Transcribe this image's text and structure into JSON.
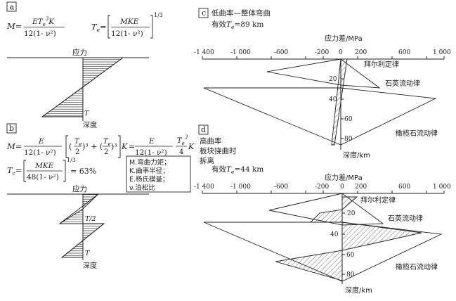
{
  "panel_a": {
    "tag": "a",
    "formula_M": {
      "lhs": "M=",
      "numerator": "ET",
      "num_sub": "e",
      "num_sup": "3",
      "num_tail": "K",
      "denominator": "12(1- ν²)"
    },
    "formula_Te": {
      "lhs_main": "T",
      "lhs_sub": "e",
      "lhs_eq": "=",
      "numerator": "MKE",
      "denominator": "12(1- ν²)",
      "exponent": "1/3"
    },
    "stress_label": "应力",
    "T_label": "T",
    "depth_label": "深度"
  },
  "panel_b": {
    "tag": "b",
    "formula_M": {
      "lhs": "M=",
      "frac1_num": "E",
      "frac1_den": "12(1- ν²)",
      "bracket_part1": "(",
      "t_over_2": "T",
      "t_sub": "e",
      "two": "2",
      "cube": ")³ + (",
      "cube2": ")³",
      "K": "K",
      "eq": "=",
      "frac2_num": "E",
      "frac2_den": "12(1- ν²)",
      "frac3_num": "T",
      "frac3_num_sub": "e",
      "frac3_num_sup": "3",
      "frac3_den": "4",
      "tail": "K"
    },
    "formula_Te": {
      "lhs_main": "T",
      "lhs_sub": "c",
      "lhs_eq": "=",
      "numerator": "MKE",
      "denominator": "48(1- ν²)",
      "exponent": "1/3",
      "result": "= 63%"
    },
    "legend": [
      "M.弯曲力矩；",
      "K.曲率半径；",
      "E.杨氏模量；",
      "ν.泊松比"
    ],
    "stress_label": "应力",
    "T2_label": "T/2",
    "T_label": "T",
    "depth_label": "深度"
  },
  "panel_c": {
    "tag": "c",
    "title_line1": "低曲率—整体弯曲",
    "title_line2_prefix": "有效",
    "title_line2_T": "T",
    "title_line2_sub": "e",
    "title_line2_suffix": "=89 km",
    "axis_title": "应力差/MPa",
    "x_ticks": [
      "-1 400",
      "-1 000",
      "-600",
      "-200",
      "0",
      "200",
      "600",
      "1 000"
    ],
    "depth_ticks": [
      "20",
      "40",
      "60",
      "80"
    ],
    "depth_title": "深度/km",
    "labels": [
      "拜尔利定律",
      "石英流动律",
      "橄榄石流动律"
    ]
  },
  "panel_d": {
    "tag": "d",
    "side_text": [
      "高曲率",
      "板块挠曲时",
      "拆离"
    ],
    "Te_prefix": "有效",
    "Te_T": "T",
    "Te_sub": "e",
    "Te_suffix": "=44 km",
    "axis_title": "应力差/MPa",
    "x_ticks": [
      "-1 400",
      "-1 000",
      "-600",
      "-200",
      "0",
      "200",
      "600",
      "1 000"
    ],
    "depth_ticks": [
      "20",
      "40",
      "60",
      "80"
    ],
    "depth_title": "深度/km",
    "labels": [
      "拜尔利定律",
      "石英流动律",
      "橄榄石流动律"
    ]
  },
  "colors": {
    "ink": "#222222",
    "hatch": "#333333",
    "background": "#ffffff"
  }
}
